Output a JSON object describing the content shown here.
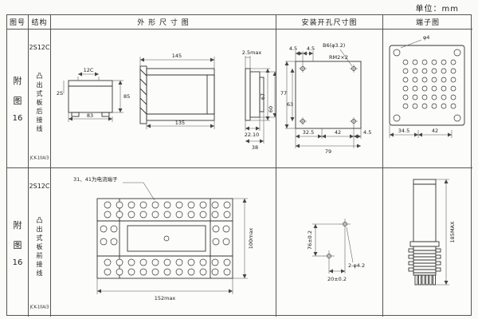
{
  "unit_label": "单位：mm",
  "header": {
    "fig_no": "图号",
    "structure": "结构",
    "outline": "外 形 尺 寸 图",
    "mounting": "安装开孔尺寸图",
    "terminal": "端子图"
  },
  "rows": [
    {
      "fig_char1": "附",
      "fig_char2": "图",
      "fig_num": "16",
      "model": "2S12C",
      "structure_text": "凸出式板后接线",
      "code": "JCK-10A/3",
      "outline": {
        "w_top": "12C",
        "h_left": "2S",
        "w_bottom": "83",
        "h_right": "85",
        "side_top": "145",
        "side_bottom": "135",
        "end_top": "2.5max",
        "end_h1": "67",
        "end_h2": "60",
        "end_b1": "22.10",
        "end_b2": "38"
      },
      "mounting": {
        "top1": "4.5",
        "top2": "4.5",
        "hole_label": "B6(φ3.2)",
        "thread_label": "RM2×2",
        "left1": "77",
        "left2": "63",
        "bot1": "32.5",
        "bot2": "42",
        "bot3": "4.5",
        "bot4": "79"
      },
      "terminal": {
        "hole": "φ4",
        "bot1": "34.5",
        "bot2": "42"
      }
    },
    {
      "fig_char1": "附",
      "fig_char2": "图",
      "fig_num": "16",
      "model": "2S12C",
      "structure_text": "凸出式板前接线",
      "code": "JCK-10A/3",
      "note": "31、41为电流端子",
      "outline": {
        "w_bottom": "152max",
        "h_right": "100max"
      },
      "mounting": {
        "v": "76±0.2",
        "holes": "2-φ4.2",
        "h": "20±0.2"
      },
      "terminal": {
        "h": "185MAX"
      }
    }
  ]
}
